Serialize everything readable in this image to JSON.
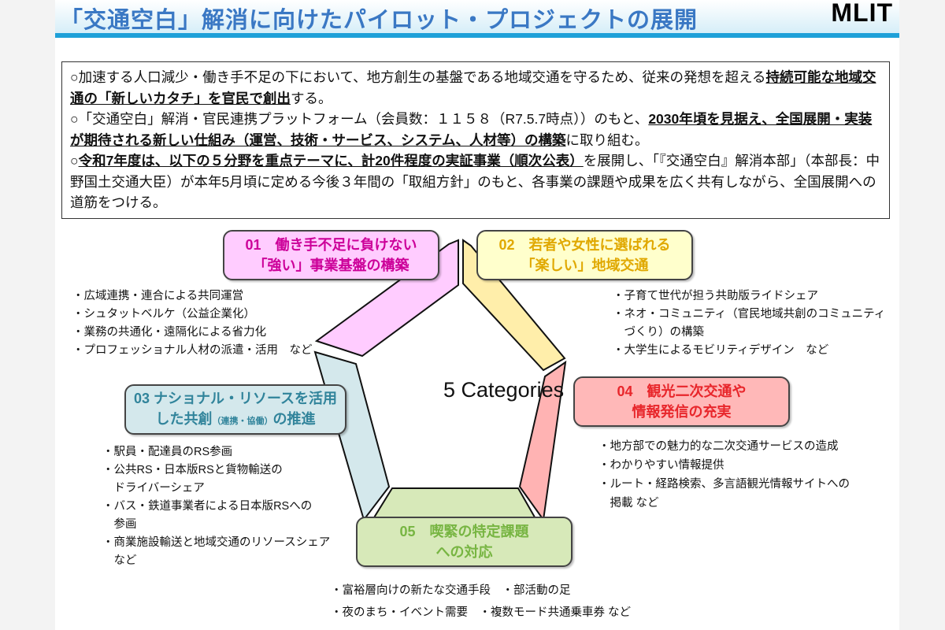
{
  "header": {
    "title": "「交通空白」解消に向けたパイロット・プロジェクトの展開",
    "logo": "MLIT"
  },
  "intro": {
    "p1_a": "○加速する人口減少・働き手不足の下において、地方創生の基盤である地域交通を守るため、従来の発想を超える",
    "p1_b": "持続可能な地域交通の「新しいカタチ」を官民で創出",
    "p1_c": "する。",
    "p2_a": "○「交通空白」解消・官民連携プラットフォーム（会員数：１１５８（R7.5.7時点））のもと、",
    "p2_b": "2030年頃を見据え、全国展開・実装が期待される新しい仕組み（運営、技術・サービス、システム、人材等）の構築",
    "p2_c": "に取り組む。",
    "p3_a": "○",
    "p3_b": "令和7年度は、以下の５分野を重点テーマに、計20件程度の実証事業（順次公表）",
    "p3_c": "を展開し、「『交通空白』解消本部」（本部長：中野国土交通大臣）が本年5月頃に定める今後３年間の「取組方針」のもと、各事業の課題や成果を広く共有しながら、全国展開への道筋をつける。"
  },
  "diagram": {
    "center": "5 Categories",
    "categories": [
      {
        "line1": "01　働き手不足に負けない",
        "line2": "「強い」事業基盤の構築",
        "color": "#cc0099",
        "fill": "#ffccff",
        "items": [
          "・広域連携・連合による共同運営",
          "・シュタットベルケ（公益企業化）",
          "・業務の共通化・遠隔化による省力化",
          "・プロフェッショナル人材の派遣・活用　など"
        ]
      },
      {
        "line1": "02　若者や女性に選ばれる",
        "line2": "「楽しい」地域交通",
        "color": "#e0a800",
        "fill": "#ffffcc",
        "items": [
          "・子育て世代が担う共助版ライドシェア",
          "・ネオ・コミュニティ（官民地域共創のコミュニティ",
          "　づくり）の構築",
          "・大学生によるモビリティデザイン　など"
        ]
      },
      {
        "line1": "03 ナショナル・リソースを活用",
        "line2a": "した共創",
        "line2small": "（連携・協働）",
        "line2b": "の推進",
        "color": "#31849b",
        "fill": "#d4e8ec",
        "items": [
          "・駅員・配達員のRS参画",
          "・公共RS・日本版RSと貨物輸送の",
          "　ドライバーシェア",
          "・バス・鉄道事業者による日本版RSへの",
          "　参画",
          "・商業施設輸送と地域交通のリソースシェア",
          "　など"
        ]
      },
      {
        "line1": "04　観光二次交通や",
        "line2": "情報発信の充実",
        "color": "#e8262b",
        "fill": "#ffb8b8",
        "items": [
          "・地方部での魅力的な二次交通サービスの造成",
          "・わかりやすい情報提供",
          "・ルート・経路検索、多言語観光情報サイトへの",
          "　掲載 など"
        ]
      },
      {
        "line1": "05　喫緊の特定課題",
        "line2": "への対応",
        "color": "#77b542",
        "fill": "#d7e9b9",
        "items": [
          "・富裕層向けの新たな交通手段　・部活動の足",
          "・夜のまち・イベント需要　・複数モード共通乗車券 など"
        ]
      }
    ]
  }
}
